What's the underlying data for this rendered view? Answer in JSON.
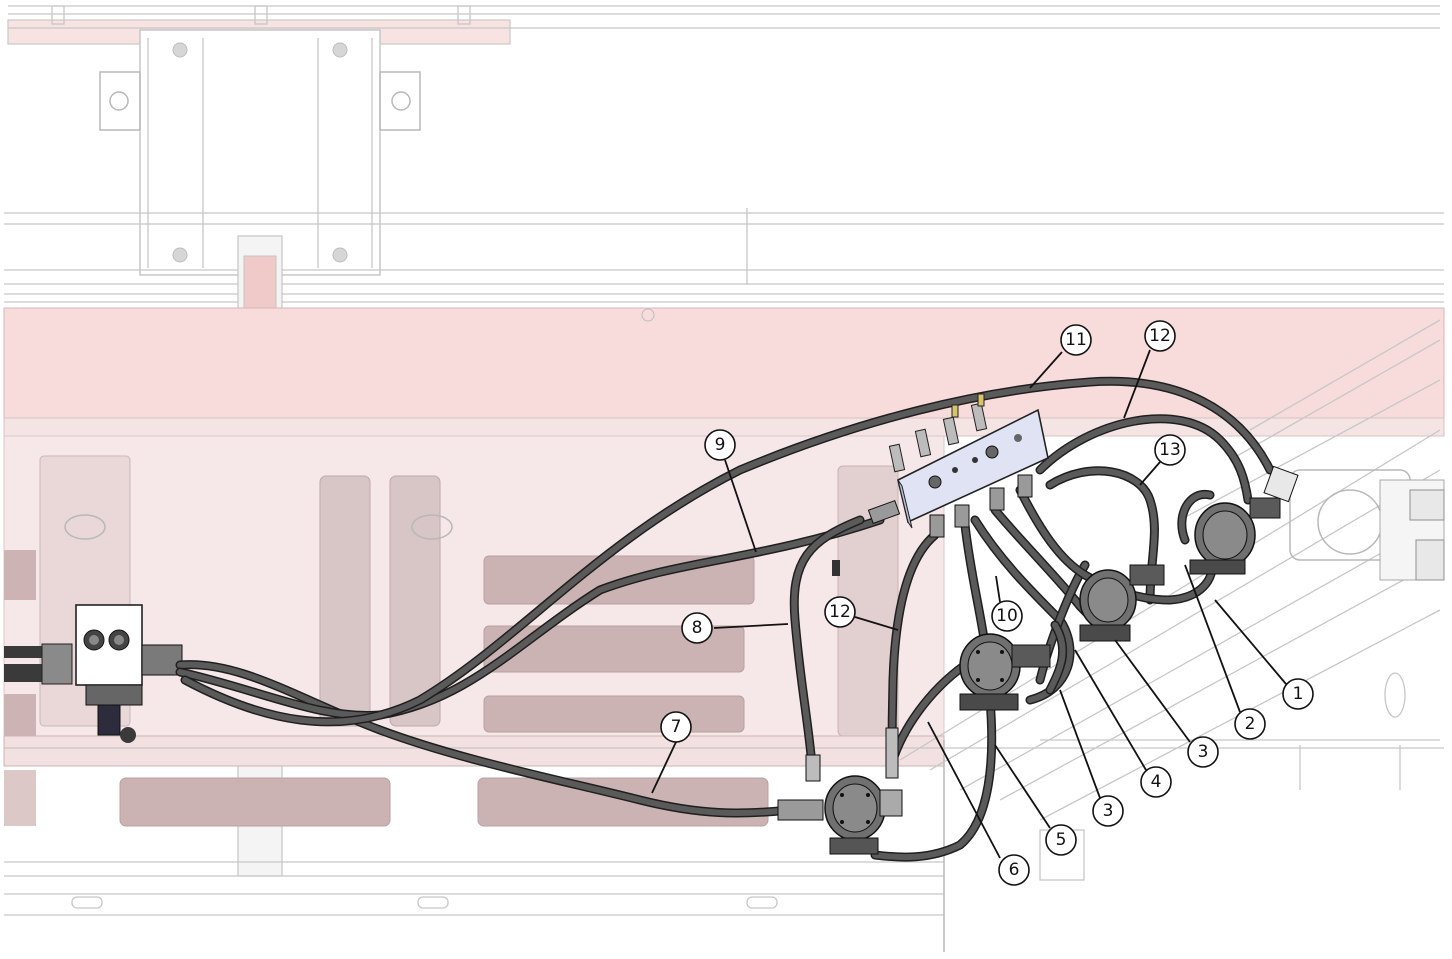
{
  "diagram": {
    "callouts": [
      {
        "id": "c1",
        "label": "1"
      },
      {
        "id": "c2",
        "label": "2"
      },
      {
        "id": "c3a",
        "label": "3"
      },
      {
        "id": "c3b",
        "label": "3"
      },
      {
        "id": "c4",
        "label": "4"
      },
      {
        "id": "c5",
        "label": "5"
      },
      {
        "id": "c6",
        "label": "6"
      },
      {
        "id": "c7",
        "label": "7"
      },
      {
        "id": "c8",
        "label": "8"
      },
      {
        "id": "c9",
        "label": "9"
      },
      {
        "id": "c10",
        "label": "10"
      },
      {
        "id": "c11",
        "label": "11"
      },
      {
        "id": "c12a",
        "label": "12"
      },
      {
        "id": "c12b",
        "label": "12"
      },
      {
        "id": "c13",
        "label": "13"
      }
    ],
    "colors": {
      "background": "#ffffff",
      "frame_tint": "#f7dcdc",
      "frame_red": "#f3c6c6",
      "ghost_line": "#c7c7c7",
      "hose": "#1f1f1f",
      "hose_fill": "#5a5a5a",
      "manifold": "#dfe3f3",
      "pump": "#6e6e6e"
    }
  }
}
